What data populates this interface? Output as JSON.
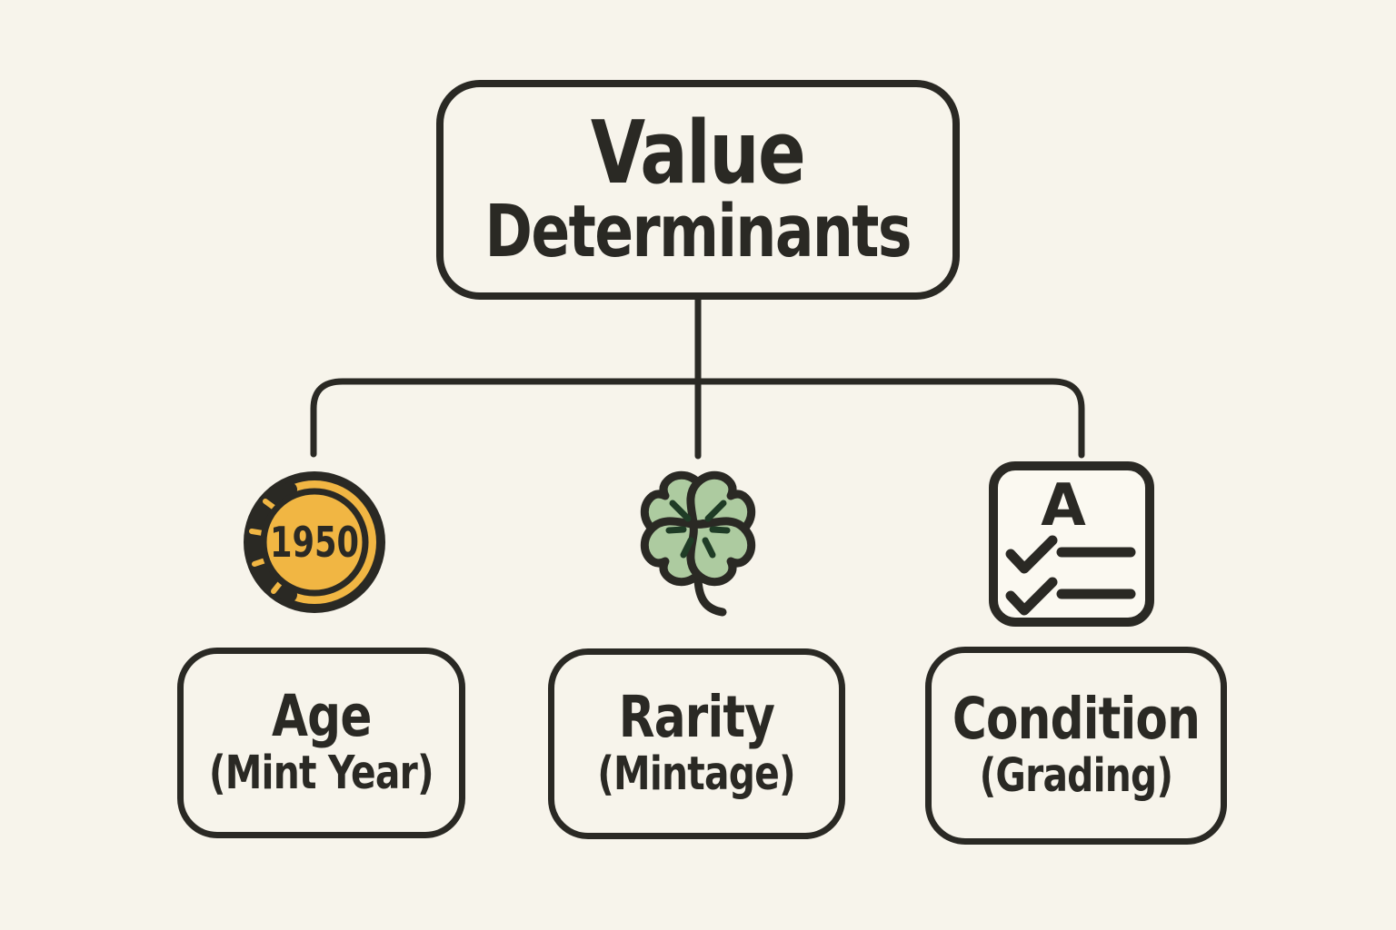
{
  "title": {
    "line1": "Value",
    "line2": "Determinants"
  },
  "branches": [
    {
      "label": "Age",
      "sublabel": "(Mint Year)",
      "icon": "coin-1950-icon",
      "coin_year": "1950"
    },
    {
      "label": "Rarity",
      "sublabel": "(Mintage)",
      "icon": "four-leaf-clover-icon"
    },
    {
      "label": "Condition",
      "sublabel": "(Grading)",
      "icon": "grading-checklist-icon",
      "grade_letter": "A"
    }
  ],
  "colors": {
    "background": "#f7f4eb",
    "ink": "#2a2924",
    "coin_gold": "#f1b643",
    "clover_green": "#adcba0",
    "clover_vein": "#1f3c26",
    "card_fill": "#fbf9f1"
  }
}
